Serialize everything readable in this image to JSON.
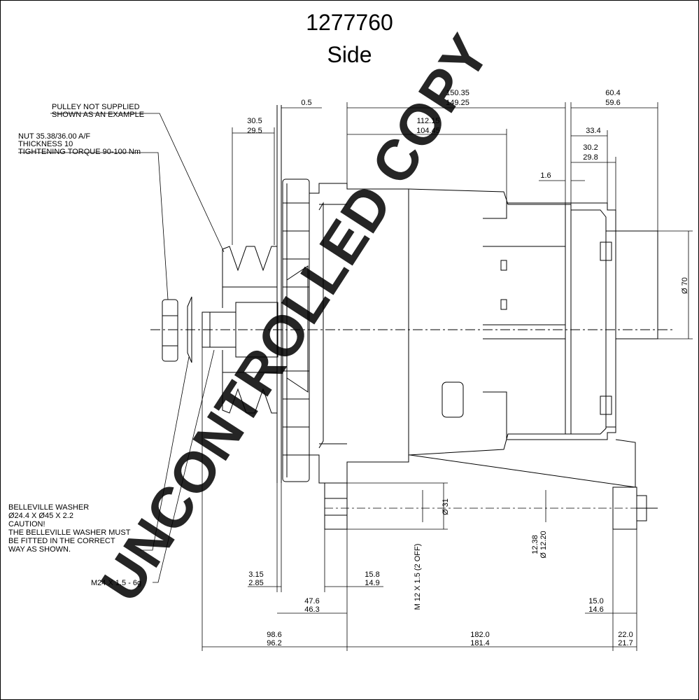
{
  "header": {
    "part_number": "1277760",
    "view": "Side"
  },
  "watermark": "UNCONTROLLED COPY",
  "notes": {
    "pulley": [
      "PULLEY NOT SUPPLIED",
      "SHOWN AS AN EXAMPLE"
    ],
    "nut": [
      "NUT 35.38/36.00 A/F",
      "THICKNESS 10",
      "TIGHTENING TORQUE 90-100 Nm"
    ],
    "washer": [
      "BELLEVILLE WASHER",
      "Ø24.4 X Ø45 X 2.2",
      "CAUTION!",
      "THE BELLEVILLE WASHER MUST",
      "BE FITTED IN THE CORRECT",
      "WAY AS SHOWN."
    ],
    "thread": "M24 X 1.5 - 6g"
  },
  "dimensions": {
    "pulley_width": [
      "30.5",
      "29.5"
    ],
    "fan_gap": "0.5",
    "body_length": [
      "150.35",
      "149.25"
    ],
    "front_to_flange": [
      "112.15",
      "104.45"
    ],
    "rear_overall": [
      "60.4",
      "59.6"
    ],
    "rear_a": "33.4",
    "rear_b": [
      "30.2",
      "29.8"
    ],
    "rear_c": "1.6",
    "rear_diameter": "Ø 70",
    "ear_diameter": "Ø 31",
    "bolt_thread": "M 12 X 1.5 (2 OFF)",
    "bolt_hole": [
      "12.38",
      "Ø 12.20"
    ],
    "fan_offset": [
      "3.15",
      "2.85"
    ],
    "ear_width": [
      "15.8",
      "14.9"
    ],
    "front_hub": [
      "47.6",
      "46.3"
    ],
    "rear_ear": [
      "15.0",
      "14.6"
    ],
    "shaft_to_ear": [
      "98.6",
      "96.2"
    ],
    "ear_spacing": [
      "182.0",
      "181.4"
    ],
    "rear_ear_width": [
      "22.0",
      "21.7"
    ]
  }
}
